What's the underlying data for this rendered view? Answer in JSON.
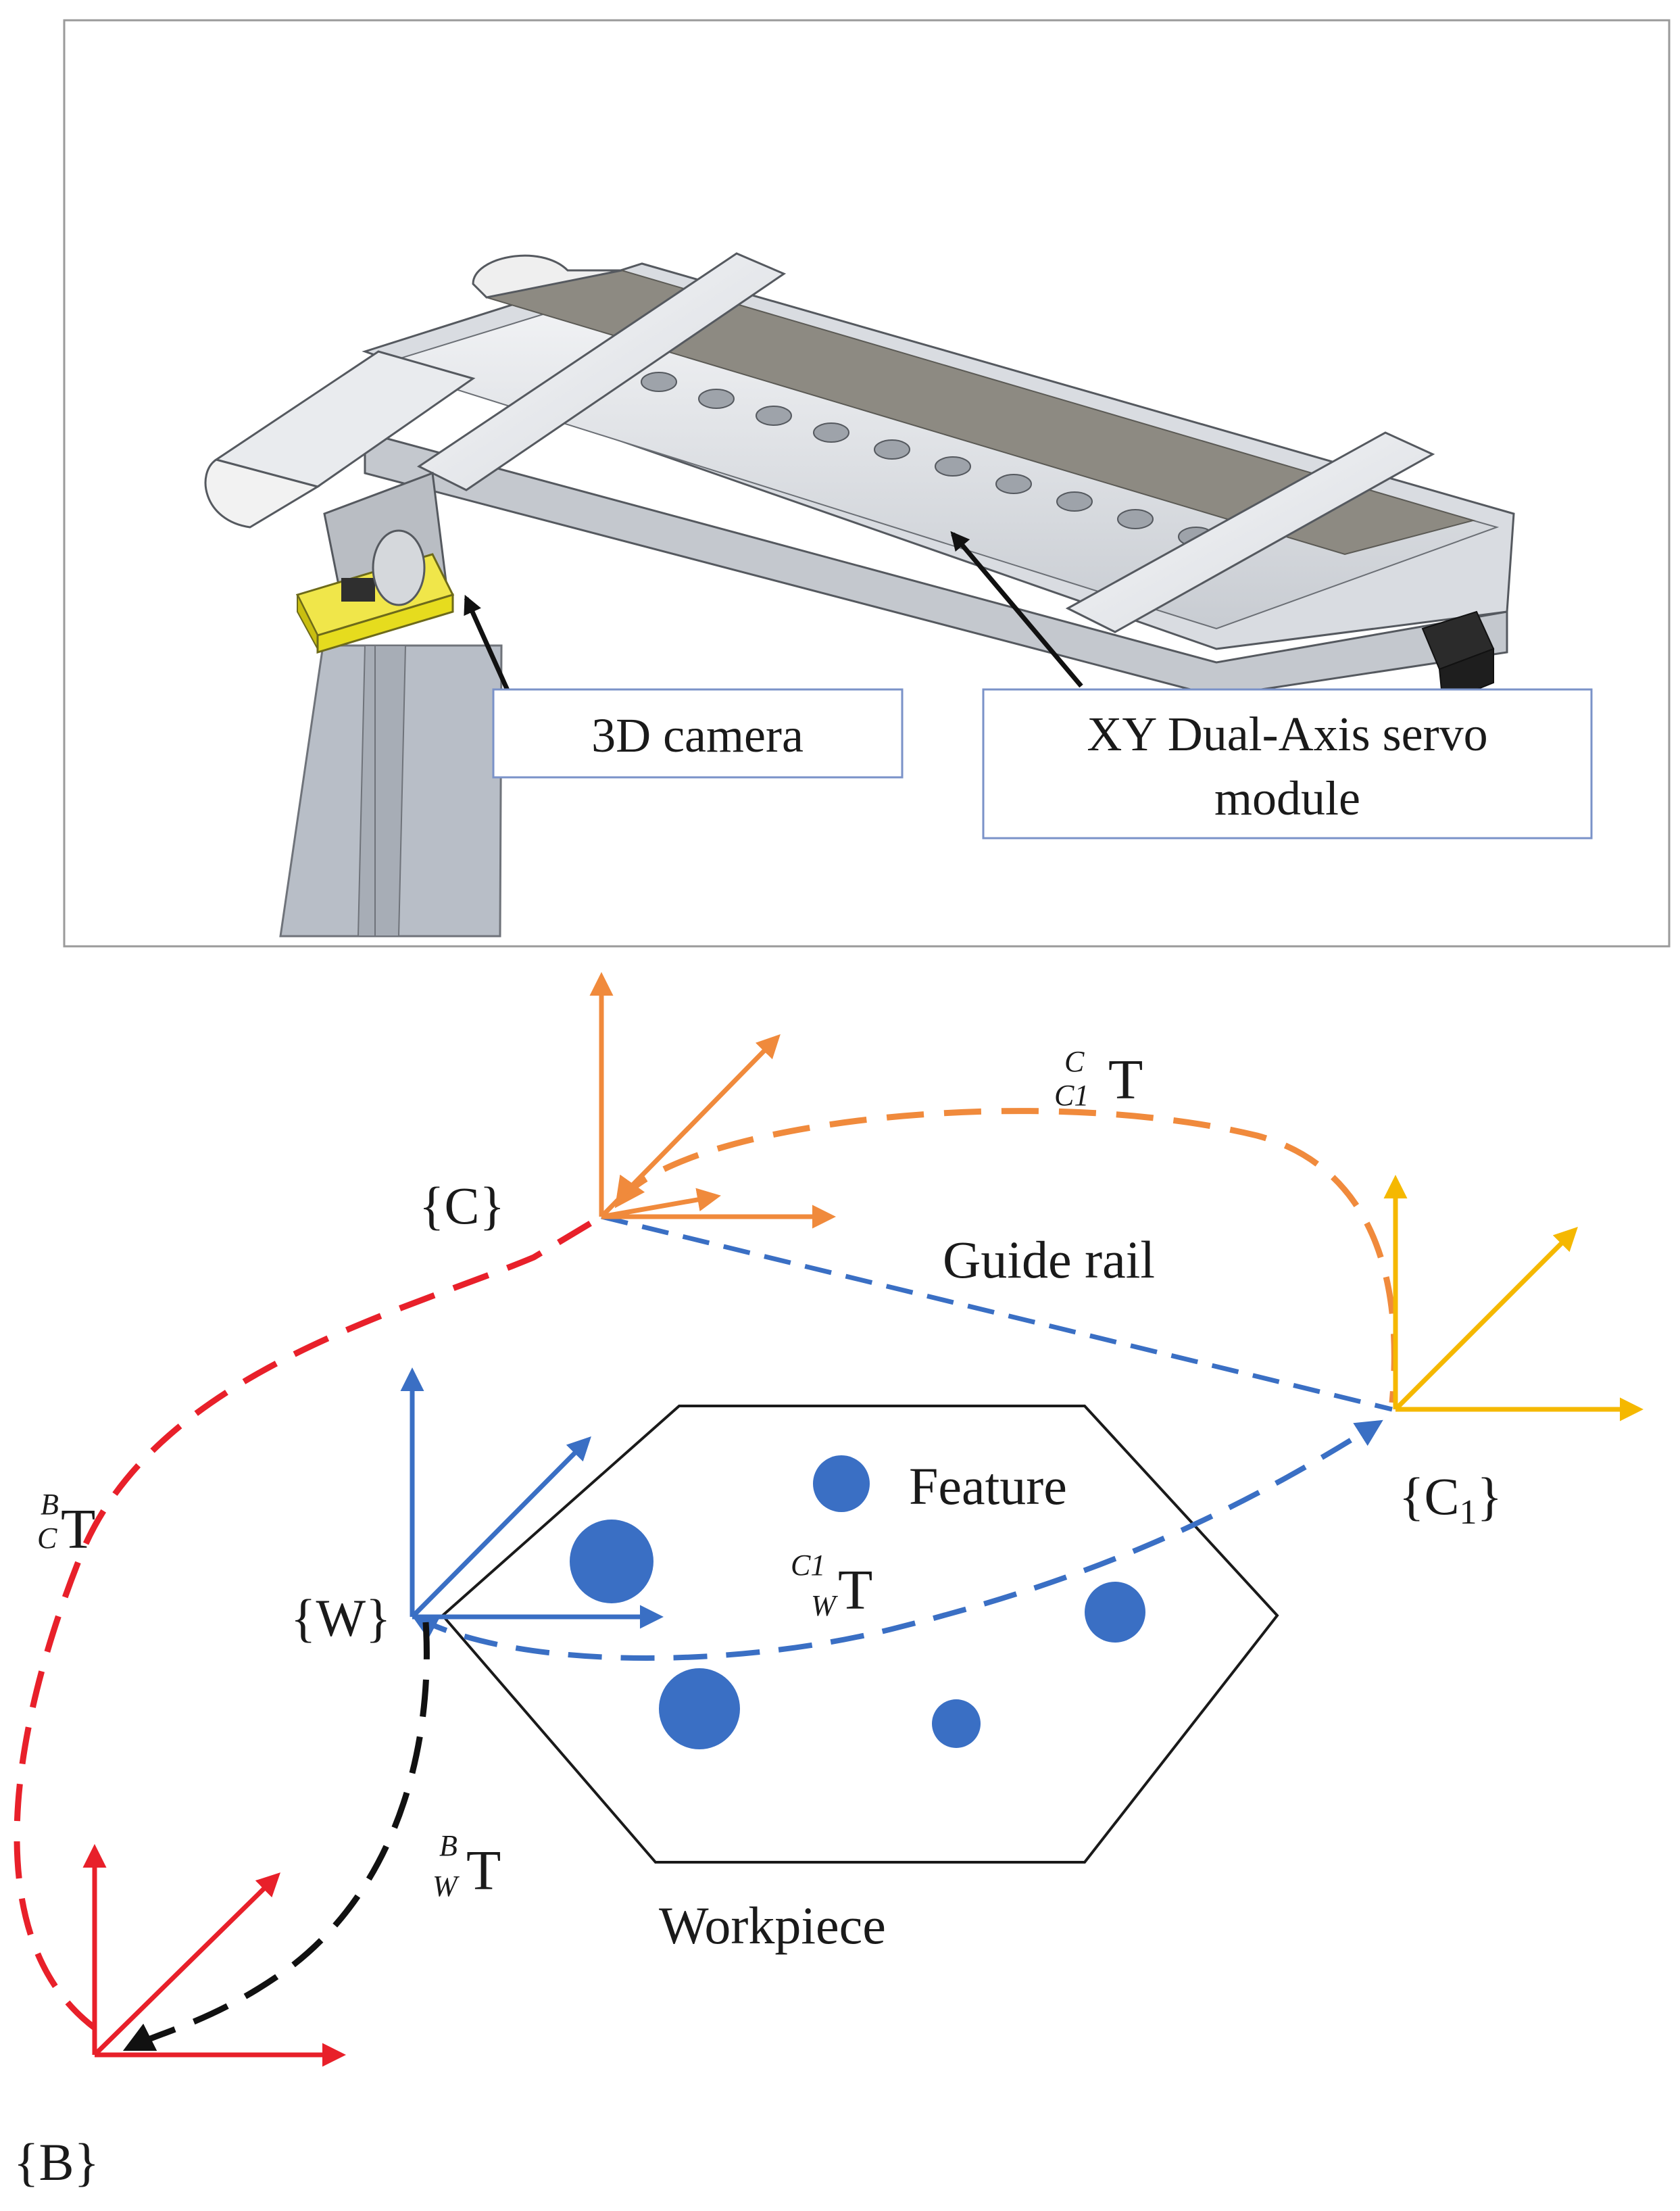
{
  "top_panel": {
    "callouts": {
      "camera": "3D camera",
      "servo_line1": "XY Dual-Axis servo",
      "servo_line2": "module"
    }
  },
  "frames": {
    "C": "{C}",
    "C1_open": "{C",
    "C1_sub": "1",
    "C1_close": "}",
    "W": "{W}",
    "B": "{B}"
  },
  "transforms": {
    "c_c1": {
      "sup": "C",
      "sub": "C1",
      "base": "T"
    },
    "b_c": {
      "sup": "B",
      "sub": "C",
      "base": "T"
    },
    "c1_w": {
      "sup": "C1",
      "sub": "W",
      "base": "T"
    },
    "b_w": {
      "sup": "B",
      "sub": "W",
      "base": "T"
    }
  },
  "labels": {
    "guide_rail": "Guide rail",
    "feature": "Feature",
    "workpiece": "Workpiece"
  },
  "colors": {
    "camera_frame": "#F08A3C",
    "moved_frame": "#F5B800",
    "workpiece_frame": "#3A6FC4",
    "base_frame": "#E8202A",
    "base_to_workpiece": "#111111",
    "camera_body": "#E6DC1E",
    "field_of_view": "#B8BEC7"
  }
}
